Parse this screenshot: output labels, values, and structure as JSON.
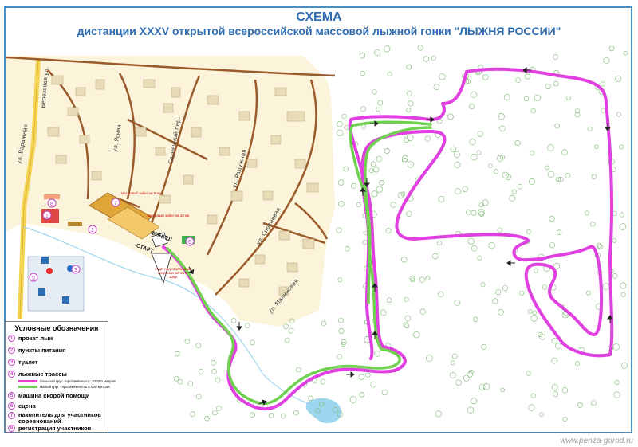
{
  "title_line1": "СХЕМА",
  "title_line2": "дистанции XXXV открытой всероссийской массовой лыжной гонки \"ЛЫЖНЯ РОССИИ\"",
  "streets": {
    "varazhnaya": "ул. Варажная",
    "yasnaya": "ул. Ясная",
    "solnechny": "Солнечный пер.",
    "raduzhnaya": "ул. Радужная",
    "sirenevaya": "ул. Сиреневая",
    "malinovaya": "ул. Малиновая",
    "small_street": "Березовая ул."
  },
  "labels": {
    "finish": "ФИНИШ",
    "start": "СТАРТ",
    "massstart_5": "массовый забег на 5 км",
    "massstart_10": "массовый забег на 10 км",
    "start_note": "старт подготовленных спортсменов на 5-10км"
  },
  "legend": {
    "title": "Условные обозначения",
    "items": [
      {
        "num": "1",
        "label": "прокат лыж"
      },
      {
        "num": "2",
        "label": "пункты питания"
      },
      {
        "num": "3",
        "label": "туалет"
      },
      {
        "num": "4",
        "label": "лыжные трассы"
      },
      {
        "num": "5",
        "label": "машина скорой помощи"
      },
      {
        "num": "6",
        "label": "сцена"
      },
      {
        "num": "7",
        "label": "накопитель для участников соревнований"
      },
      {
        "num": "8",
        "label": "регистрация участников"
      }
    ],
    "big_loop": "большой круг - протяжённость 10 000 метров",
    "small_loop": "малый круг - протяжённость 5 000 метров"
  },
  "colors": {
    "big_loop": "#e040e0",
    "small_loop": "#6fd14f",
    "frame": "#4a8ec2",
    "title": "#2f6db3",
    "village": "#fbf3da",
    "road": "#9b5a2a",
    "main_road": "#f5d451",
    "water": "#9fd6ef"
  },
  "watermark": "www.penza-gorod.ru"
}
